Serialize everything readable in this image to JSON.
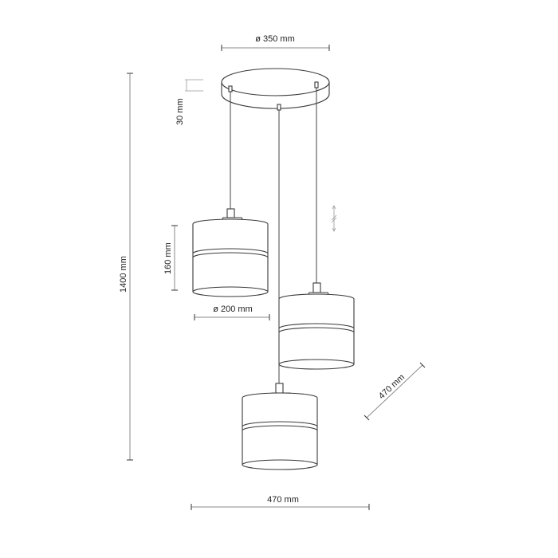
{
  "drawing": {
    "title": "Pendant lamp dimension drawing",
    "labels": {
      "canopy_diameter": "ø 350 mm",
      "canopy_height": "30 mm",
      "total_height": "1400 mm",
      "shade_height": "160 mm",
      "shade_diameter": "ø 200 mm",
      "total_width": "470 mm",
      "total_depth": "470 mm"
    },
    "adjustable_cord_icon": "adjustable-length-arrow",
    "shades_count": 3,
    "line_color": "#3a3a3a",
    "dimension_color": "#8a8a8a"
  }
}
